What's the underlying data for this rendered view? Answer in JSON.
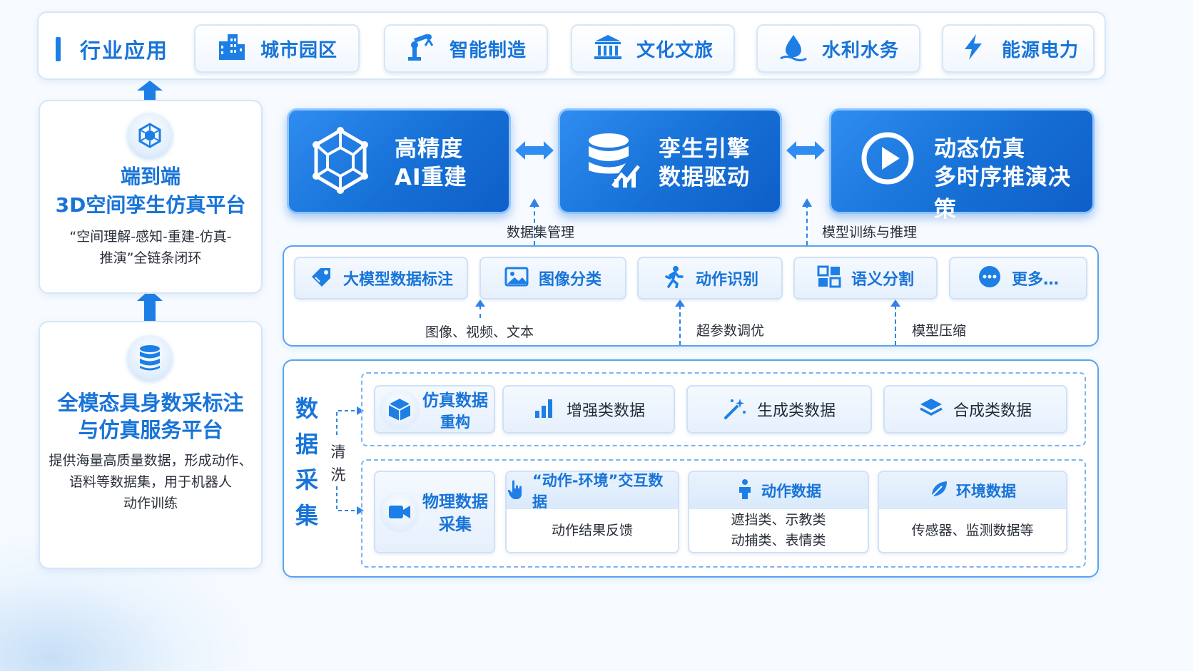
{
  "industry": {
    "title": "行业应用",
    "items": [
      {
        "label": "城市园区",
        "icon": "building-icon"
      },
      {
        "label": "智能制造",
        "icon": "robot-arm-icon"
      },
      {
        "label": "文化文旅",
        "icon": "museum-icon"
      },
      {
        "label": "水利水务",
        "icon": "water-drop-icon"
      },
      {
        "label": "能源电力",
        "icon": "lightning-icon"
      }
    ]
  },
  "left_top": {
    "title_line1": "端到端",
    "title_line2": "3D空间孪生仿真平台",
    "desc_line1": "“空间理解-感知-重建-仿真-",
    "desc_line2": "推演”全链条闭环",
    "icon": "cube-network-icon"
  },
  "left_bottom": {
    "title_line1": "全模态具身数采标注",
    "title_line2": "与仿真服务平台",
    "desc_line1": "提供海量高质量数据，形成动作、",
    "desc_line2": "语料等数据集，用于机器人",
    "desc_line3": "动作训练",
    "icon": "database-icon"
  },
  "big_cards": [
    {
      "line1": "高精度",
      "line2": "AI重建",
      "icon": "cube-wireframe-icon"
    },
    {
      "line1": "孪生引擎",
      "line2": "数据驱动",
      "icon": "database-chart-icon"
    },
    {
      "line1": "动态仿真",
      "line2": "多时序推演决策",
      "icon": "play-circle-icon"
    }
  ],
  "notes": {
    "dataset_mgmt": "数据集管理",
    "model_training": "模型训练与推理",
    "image_video_text": "图像、视频、文本",
    "hyperparam": "超参数调优",
    "model_compress": "模型压缩"
  },
  "tools": [
    {
      "label": "大模型数据标注",
      "icon": "tag-icon"
    },
    {
      "label": "图像分类",
      "icon": "image-icon"
    },
    {
      "label": "动作识别",
      "icon": "running-person-icon"
    },
    {
      "label": "语义分割",
      "icon": "segment-icon"
    },
    {
      "label": "更多…",
      "icon": "more-icon"
    }
  ],
  "collection": {
    "title": "数据采集",
    "wash": "清洗",
    "sim_recon": {
      "line1": "仿真数据",
      "line2": "重构",
      "icon": "box-3d-icon"
    },
    "sim_items": [
      {
        "label": "增强类数据",
        "icon": "bar-chart-icon"
      },
      {
        "label": "生成类数据",
        "icon": "magic-wand-icon"
      },
      {
        "label": "合成类数据",
        "icon": "layers-icon"
      }
    ],
    "phys": {
      "line1": "物理数据",
      "line2": "采集",
      "icon": "video-camera-icon"
    },
    "phys_items": [
      {
        "head": "“动作-环境”交互数据",
        "icon": "hand-pointer-icon",
        "body1": "动作结果反馈",
        "body2": ""
      },
      {
        "head": "动作数据",
        "icon": "person-icon",
        "body1": "遮挡类、示教类",
        "body2": "动捕类、表情类"
      },
      {
        "head": "环境数据",
        "icon": "leaf-icon",
        "body1": "传感器、监测数据等",
        "body2": ""
      }
    ]
  }
}
